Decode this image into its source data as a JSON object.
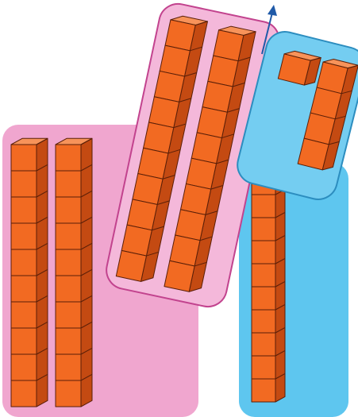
{
  "colors": {
    "background": "#ffffff",
    "pink_region": "#f0a6cf",
    "pink_group_fill": "#f4b8da",
    "pink_group_stroke": "#c2438e",
    "blue_region": "#5ec6ef",
    "blue_group_fill": "#74cdf1",
    "blue_group_stroke": "#2c8dbf",
    "cube_front": "#f26a22",
    "cube_top": "#f7935a",
    "cube_side": "#c44a12",
    "cube_edge": "#5a1f08",
    "arrow": "#1f5aa8"
  },
  "diagram": {
    "pink_region": {
      "ten_rods": 2
    },
    "pink_group": {
      "ten_rods": 2,
      "icon": "ellipse-group"
    },
    "blue_region": {
      "ten_rods": 1
    },
    "blue_group": {
      "single_cubes": 1,
      "short_rod_cubes": 4,
      "icon": "ellipse-group"
    },
    "arrow": {
      "icon": "arrow-up-icon"
    }
  }
}
